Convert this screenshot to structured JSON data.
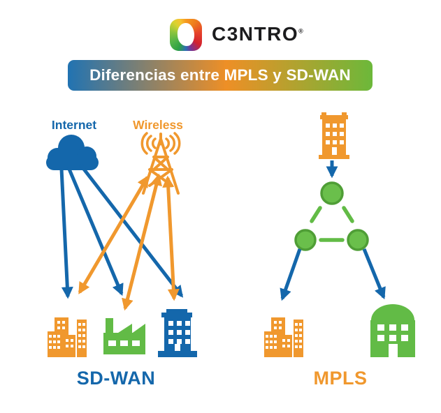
{
  "brand": {
    "name": "C3NTRO",
    "registered_mark": "®"
  },
  "banner": {
    "title": "Diferencias entre MPLS y SD-WAN"
  },
  "diagram": {
    "sdwan": {
      "label": "SD-WAN",
      "internet_label": "Internet",
      "wireless_label": "Wireless",
      "icons": [
        "cloud-icon",
        "radio-tower-icon",
        "city-buildings-icon",
        "factory-icon",
        "office-building-icon"
      ]
    },
    "mpls": {
      "label": "MPLS",
      "icons": [
        "office-building-icon",
        "mpls-core-nodes-icon",
        "city-buildings-icon",
        "bank-building-icon"
      ]
    },
    "logo_icon": "c3ntro-logo-icon"
  },
  "colors": {
    "blue": "#1467ab",
    "orange": "#f0982e",
    "green": "#62bb46",
    "green_dark": "#4f9e36",
    "banner_blue": "#2173b2",
    "banner_orange": "#ee8f26",
    "banner_green": "#6cb83a",
    "brand_text": "#1c1c1e"
  }
}
